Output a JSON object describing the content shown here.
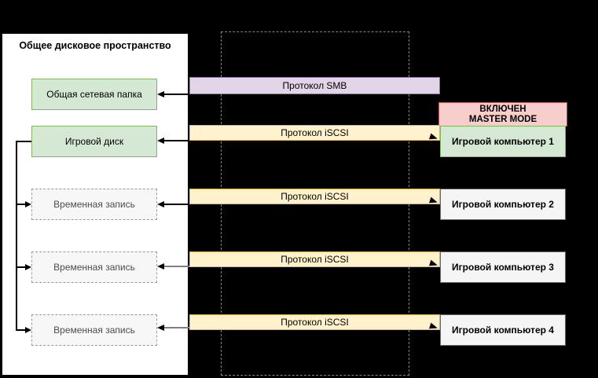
{
  "diagram": {
    "title": "Общее дисковое пространство",
    "storage": {
      "shared_folder": "Общая сетевая папка",
      "game_disk": "Игровой диск",
      "temp_records": [
        "Временная запись",
        "Временная запись",
        "Временная запись"
      ]
    },
    "protocols": {
      "smb": "Протокол SMB",
      "iscsi": [
        "Протокол iSCSI",
        "Протокол iSCSI",
        "Протокол iSCSI",
        "Протокол iSCSI"
      ]
    },
    "master_mode_badge": {
      "line1": "ВКЛЮЧЕН",
      "line2": "MASTER MODE"
    },
    "computers": [
      "Игровой компьютер 1",
      "Игровой компьютер 2",
      "Игровой компьютер 3",
      "Игровой компьютер 4"
    ],
    "colors": {
      "background": "#000000",
      "panel": "#ffffff",
      "green_fill": "#d5e8d4",
      "green_border": "#82b366",
      "purple_fill": "#e1d5e7",
      "purple_border": "#9673a6",
      "yellow_fill": "#fff2cc",
      "yellow_border": "#d6b656",
      "pink_fill": "#f8cecc",
      "pink_border": "#b85450",
      "gray_fill": "#f5f5f5",
      "gray_border": "#666666"
    }
  }
}
